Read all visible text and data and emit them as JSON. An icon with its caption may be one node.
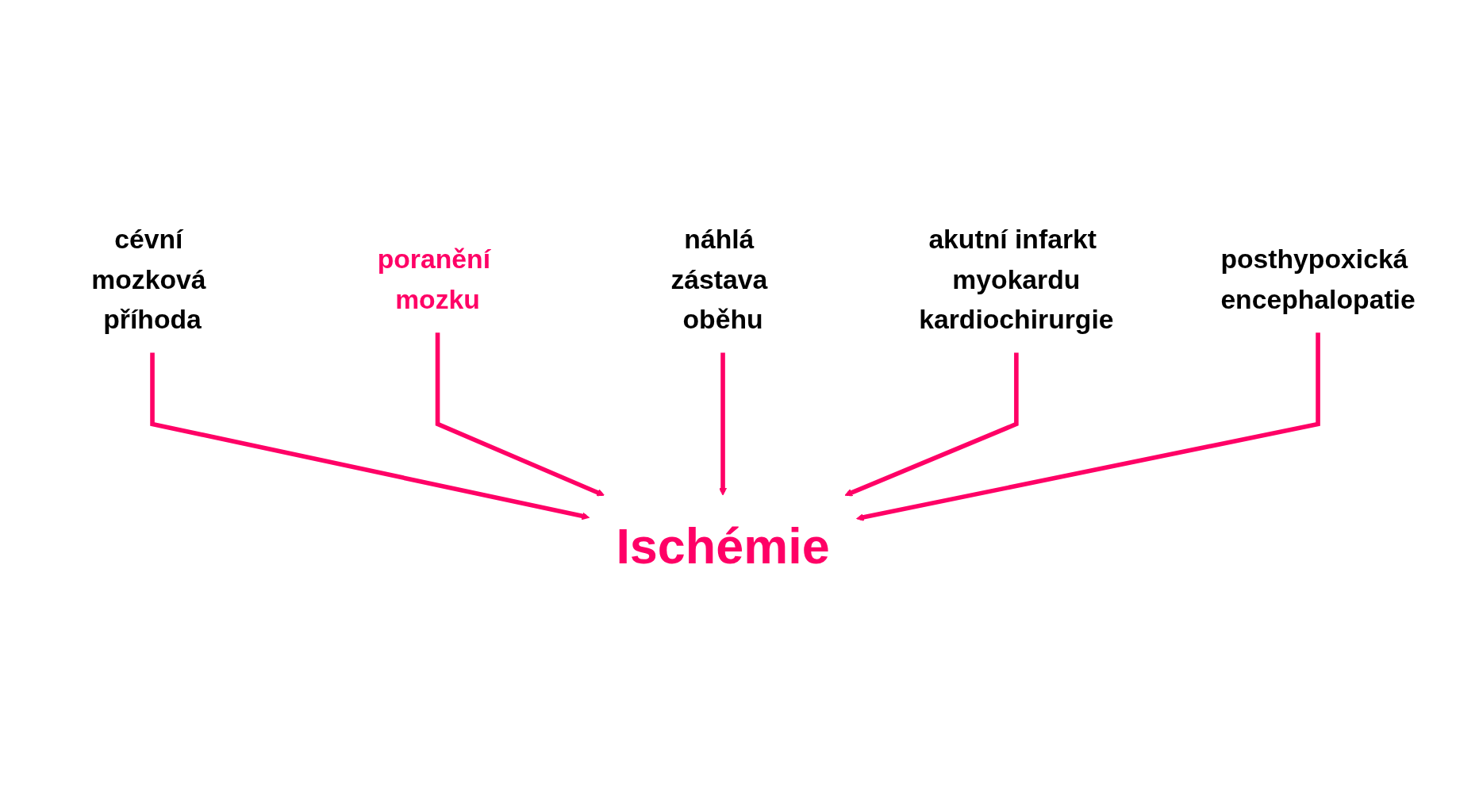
{
  "diagram": {
    "nodes": [
      {
        "text": [
          "cévní mozková příhoda"
        ]
      },
      {
        "text": [
          "poranění mozku"
        ]
      },
      {
        "text": [
          "Ischémie"
        ]
      },
      {
        "text": [
          "náhlá zástava oběhu"
        ]
      },
      {
        "text": [
          "posthypoxická encephalopatie"
        ]
      },
      {
        "text": [
          "akutní infarkt myokardu",
          "kardiochirurgie"
        ]
      }
    ],
    "edges": [
      {
        "from": 0,
        "to": 2,
        "arrow": "to"
      },
      {
        "from": 1,
        "to": 2,
        "arrow": "to"
      },
      {
        "from": 3,
        "to": 2,
        "arrow": "to"
      },
      {
        "from": 5,
        "to": 2,
        "arrow": "to"
      },
      {
        "from": 4,
        "to": 2,
        "arrow": "to"
      }
    ]
  }
}
